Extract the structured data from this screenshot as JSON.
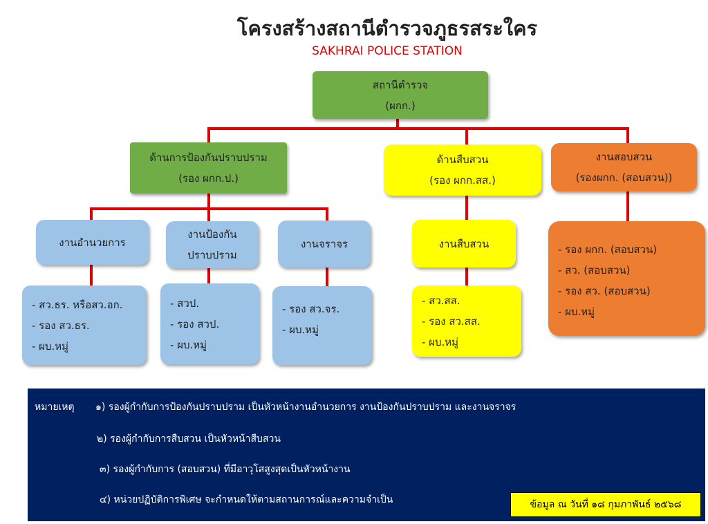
{
  "title": "โครงสร้างสถานีตำรวจภูธรสระใคร",
  "subtitle": "SAKHRAI  POLICE STATION",
  "top": {
    "line1": "สถานีตำรวจ",
    "line2": "(ผกก.)"
  },
  "prevention": {
    "line1": "ด้านการป้องกันปราบปราม",
    "line2": "(รอง ผกก.ป.)",
    "units": [
      {
        "name": "งานอำนวยการ",
        "items": [
          "- สว.ธร. หรือสว.อก.",
          "- รอง สว.ธร.",
          "- ผบ.หมู่"
        ]
      },
      {
        "name1": "งานป้องกัน",
        "name2": "ปราบปราม",
        "items": [
          "- สวป.",
          "- รอง สวป.",
          "- ผบ.หมู่"
        ]
      },
      {
        "name": "งานจราจร",
        "items": [
          "- รอง สว.จร.",
          "- ผบ.หมู่"
        ]
      }
    ]
  },
  "investigation": {
    "line1": "ด้านสืบสวน",
    "line2": "(รอง ผกก.สส.)",
    "unit": "งานสืบสวน",
    "items": [
      "- สว.สส.",
      "- รอง สว.สส.",
      "- ผบ.หมู่"
    ]
  },
  "inquiry": {
    "line1": "งานสอบสวน",
    "line2": "(รองผกก. (สอบสวน))",
    "items": [
      "- รอง ผกก. (สอบสวน)",
      "- สว. (สอบสวน)",
      "- รอง สว. (สอบสวน)",
      "- ผบ.หมู่"
    ]
  },
  "notes": {
    "label": "หมายเหตุ",
    "items": [
      "๑) รองผู้กำกับการป้องกันปราบปราม เป็นหัวหน้างานอำนวยการ งานป้องกันปราบปราม และงานจราจร",
      "๒) รองผู้กำกับการสืบสวน เป็นหัวหน้าสืบสวน",
      "๓) รองผู้กำกับการ (สอบสวน) ที่มีอาวุโสสูงสุดเป็นหัวหน้างาน",
      "๔) หน่วยปฏิบัติการพิเศษ จะกำหนดให้ตามสถานการณ์และความจำเป็น"
    ],
    "date": "ข้อมูล  ณ  วันที่ ๑๘ กุมภาพันธ์ ๒๕๖๘"
  },
  "colors": {
    "green": "#70ad47",
    "yellow": "#ffff00",
    "orange": "#ed7d31",
    "blue": "#9dc3e6",
    "line": "#e00000",
    "note_bg": "#002060"
  }
}
